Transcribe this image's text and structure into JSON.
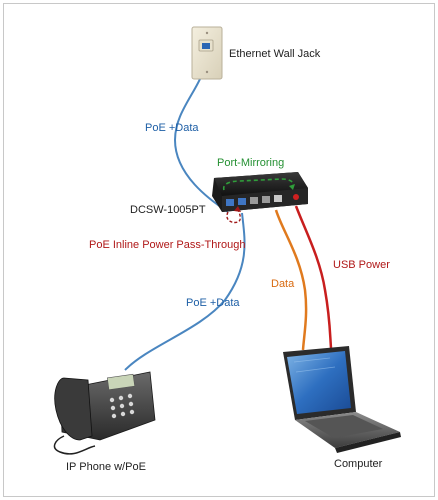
{
  "labels": {
    "wall_jack": "Ethernet Wall Jack",
    "poe_data_top": "PoE +Data",
    "port_mirroring": "Port-Mirroring",
    "switch_model": "DCSW-1005PT",
    "poe_passthrough": "PoE Inline Power Pass-Through",
    "poe_data_bottom": "PoE +Data",
    "data": "Data",
    "usb_power": "USB Power",
    "ip_phone": "IP Phone w/PoE",
    "computer": "Computer"
  },
  "colors": {
    "poe_cable": "#4a86c0",
    "data_cable": "#e07a1e",
    "usb_cable": "#c81e1e",
    "mirror": "#2f9e3a",
    "passthrough": "#a01818",
    "label_blue": "#1e5fa6",
    "label_orange": "#d86a10",
    "label_red": "#b01818",
    "label_green": "#249032",
    "label_dark": "#222222"
  }
}
